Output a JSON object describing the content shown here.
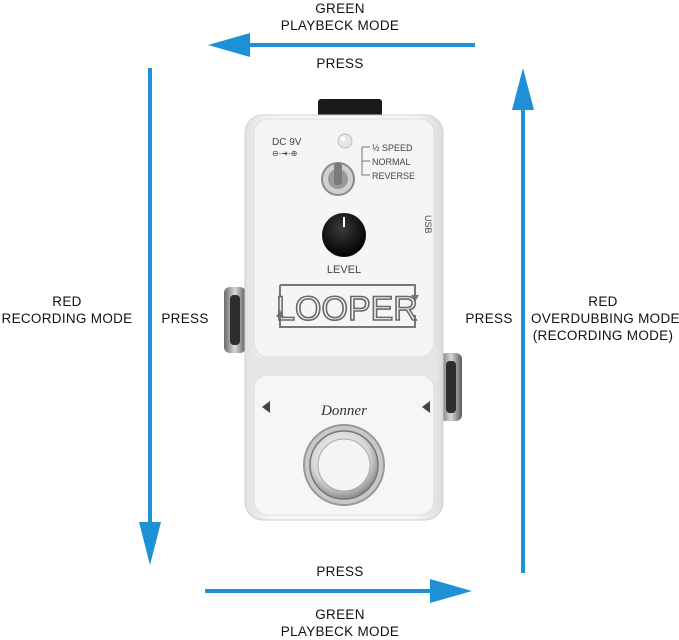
{
  "labels": {
    "top_mode_line1": "GREEN",
    "top_mode_line2": "PLAYBECK MODE",
    "top_press": "PRESS",
    "left_mode_line1": "RED",
    "left_mode_line2": "RECORDING MODE",
    "left_press": "PRESS",
    "right_press": "PRESS",
    "right_mode_line1": "RED",
    "right_mode_line2": "OVERDUBBING MODE",
    "right_mode_line3": "(RECORDING MODE)",
    "bottom_press": "PRESS",
    "bottom_mode_line1": "GREEN",
    "bottom_mode_line2": "PLAYBECK MODE"
  },
  "pedal": {
    "power": "DC 9V",
    "power_polarity": "⊖-➔-⊕",
    "switch_options": [
      "½ SPEED",
      "NORMAL",
      "REVERSE"
    ],
    "usb": "USB",
    "knob_label": "LEVEL",
    "name": "LOOPER",
    "brand": "Donner"
  },
  "colors": {
    "arrow": "#1e90d6",
    "pedal_body": "#f2f2f2",
    "pedal_text": "#555555"
  }
}
